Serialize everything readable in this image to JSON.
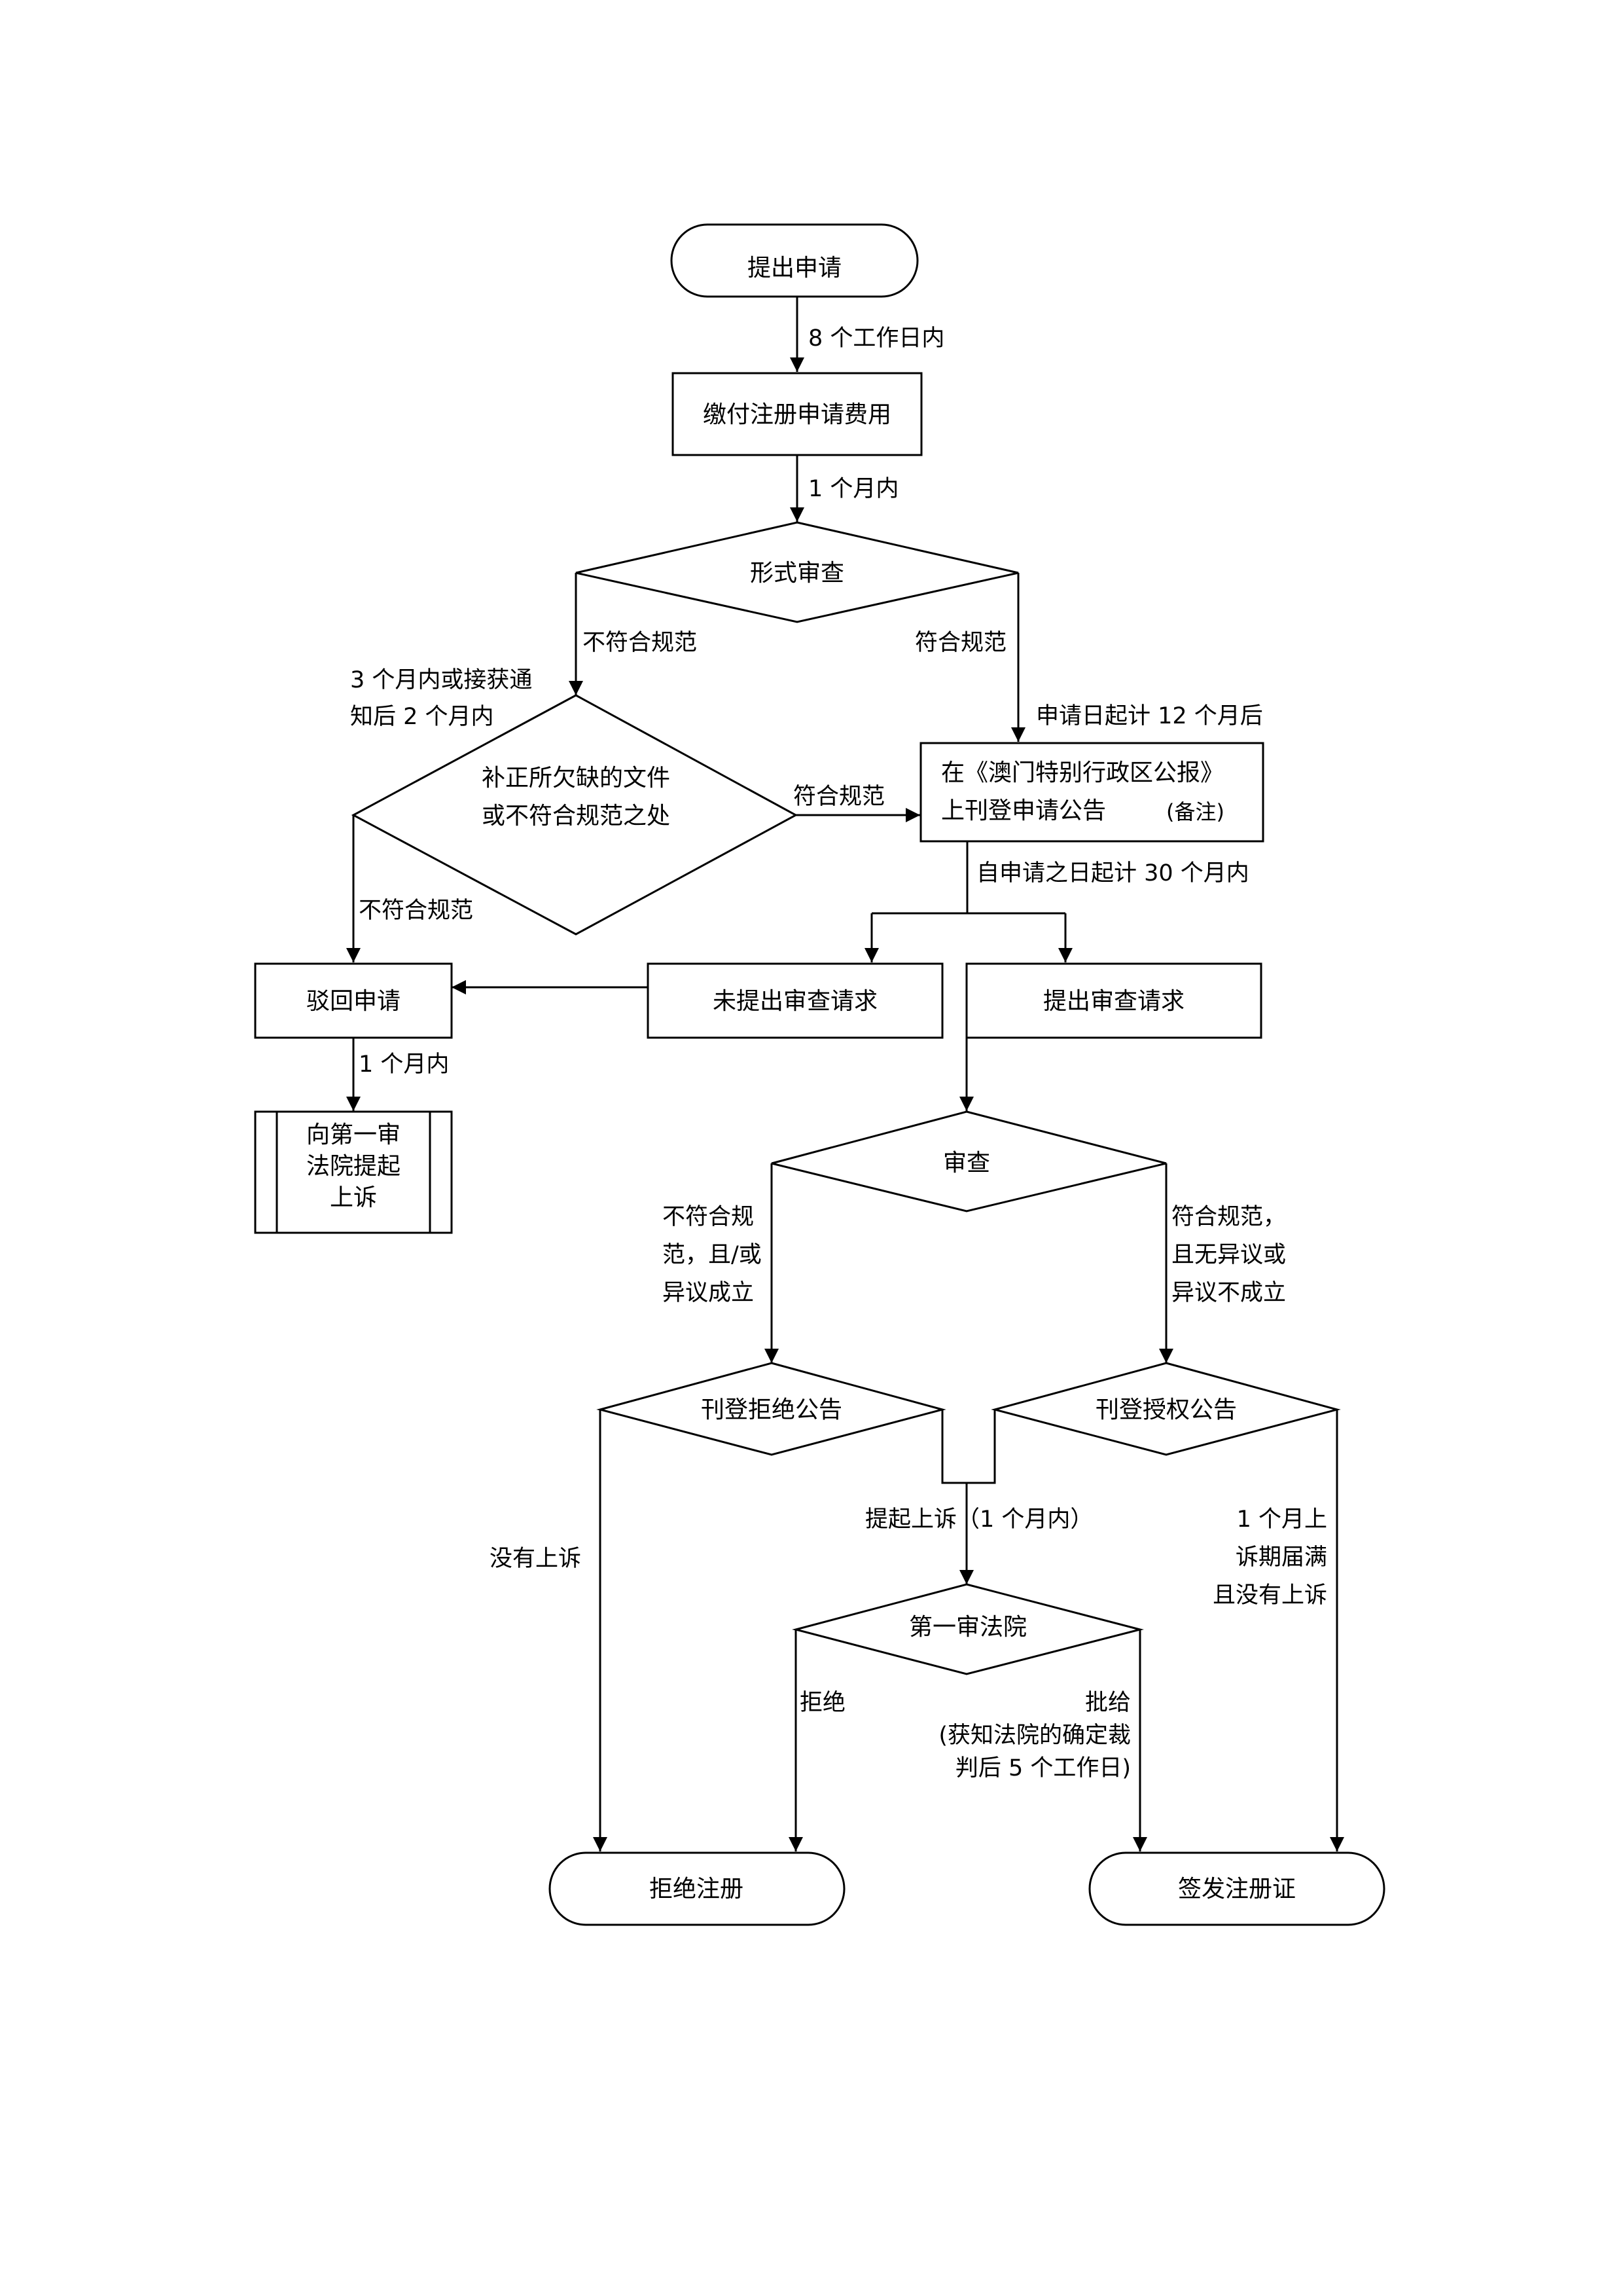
{
  "nodes": {
    "start": {
      "lines": [
        "提出申请"
      ]
    },
    "pay_fee": {
      "lines": [
        "缴付注册申请费用"
      ]
    },
    "formal_exam": {
      "lines": [
        "形式审查"
      ]
    },
    "correct": {
      "lines": [
        "补正所欠缺的文件",
        "或不符合规范之处"
      ]
    },
    "publish_app": {
      "lines": [
        "在《澳门特别行政区公报》",
        "上刊登申请公告"
      ],
      "note": "(备注)"
    },
    "reject_app": {
      "lines": [
        "驳回申请"
      ]
    },
    "no_request": {
      "lines": [
        "未提出审查请求"
      ]
    },
    "request": {
      "lines": [
        "提出审查请求"
      ]
    },
    "appeal_court": {
      "lines": [
        "向第一审",
        "法院提起",
        "上诉"
      ]
    },
    "exam": {
      "lines": [
        "审查"
      ]
    },
    "pub_reject": {
      "lines": [
        "刊登拒绝公告"
      ]
    },
    "pub_grant": {
      "lines": [
        "刊登授权公告"
      ]
    },
    "first_court": {
      "lines": [
        "第一审法院"
      ]
    },
    "refuse_reg": {
      "lines": [
        "拒绝注册"
      ]
    },
    "issue_cert": {
      "lines": [
        "签发注册证"
      ]
    }
  },
  "edges": {
    "e_8days": {
      "lines": [
        "8 个工作日内"
      ]
    },
    "e_1month_a": {
      "lines": [
        "1 个月内"
      ]
    },
    "e_noncompliant_a": {
      "lines": [
        "不符合规范"
      ]
    },
    "e_compliant_a": {
      "lines": [
        "符合规范"
      ]
    },
    "e_3months": {
      "lines": [
        "3 个月内或接获通",
        "知后 2 个月内"
      ]
    },
    "e_12months": {
      "lines": [
        "申请日起计 12 个月后"
      ]
    },
    "e_compliant_b": {
      "lines": [
        "符合规范"
      ]
    },
    "e_noncompliant_b": {
      "lines": [
        "不符合规范"
      ]
    },
    "e_30months": {
      "lines": [
        "自申请之日起计 30 个月内"
      ]
    },
    "e_1month_b": {
      "lines": [
        "1 个月内"
      ]
    },
    "e_exam_fail": {
      "lines": [
        "不符合规",
        "范，且/或",
        "异议成立"
      ]
    },
    "e_exam_pass": {
      "lines": [
        "符合规范，",
        "且无异议或",
        "异议不成立"
      ]
    },
    "e_appeal": {
      "lines": [
        "提起上诉（1 个月内）"
      ]
    },
    "e_no_appeal": {
      "lines": [
        "没有上诉"
      ]
    },
    "e_expired": {
      "lines": [
        "1 个月上",
        "诉期届满",
        "且没有上诉"
      ]
    },
    "e_refused": {
      "lines": [
        "拒绝"
      ]
    },
    "e_granted": {
      "lines": [
        "批给",
        "(获知法院的确定裁",
        "判后 5 个工作日)"
      ]
    }
  }
}
